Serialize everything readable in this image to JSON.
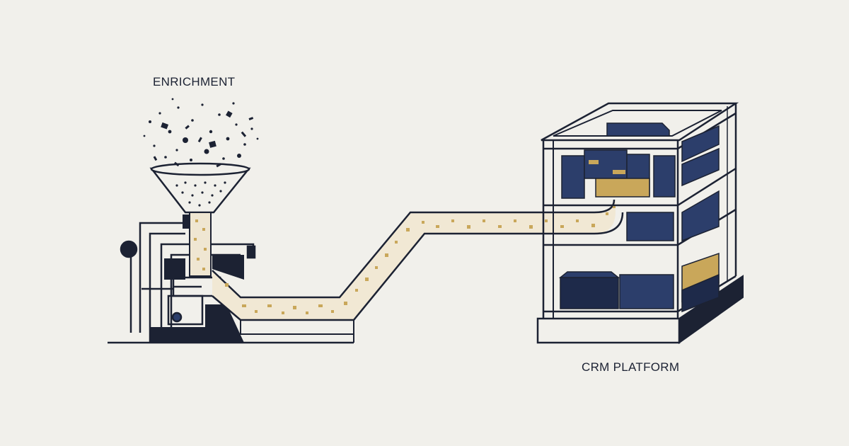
{
  "labels": {
    "enrichment": "ENRICHMENT",
    "crm": "CRM PLATFORM"
  },
  "colors": {
    "background": "#f1f0eb",
    "ink": "#1c2233",
    "navy": "#2c3e6b",
    "navy_dark": "#1e2a4a",
    "gold": "#c9a75a",
    "sand": "#e8dcc4"
  },
  "icons": {
    "funnel": "funnel-icon",
    "machine": "enrichment-machine",
    "conveyor": "data-conveyor-pipe",
    "server_rack": "crm-server-rack"
  }
}
